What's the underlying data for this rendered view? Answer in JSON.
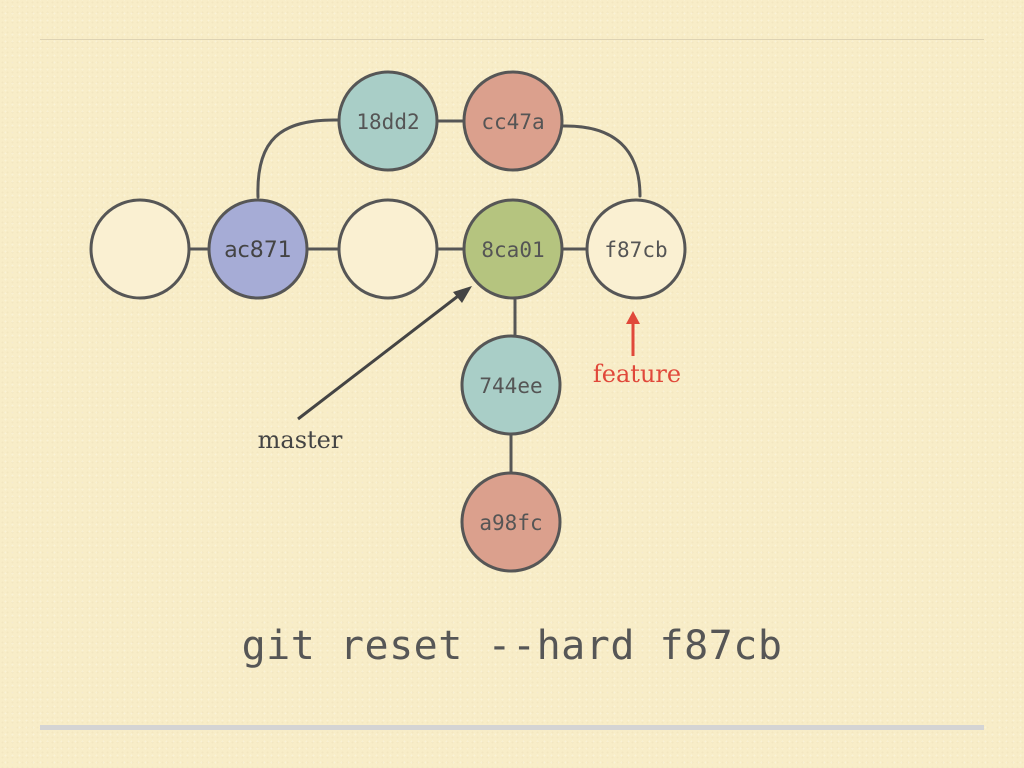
{
  "diagram": {
    "commits": [
      {
        "id": "c-empty-left",
        "label": "",
        "color": "#faf0d2"
      },
      {
        "id": "c-ac871",
        "label": "ac871",
        "color": "#a6acd6"
      },
      {
        "id": "c-empty-mid",
        "label": "",
        "color": "#faf0d2"
      },
      {
        "id": "c-8ca01",
        "label": "8ca01",
        "color": "#b5c47f"
      },
      {
        "id": "c-f87cb",
        "label": "f87cb",
        "color": "#faf0d2"
      },
      {
        "id": "c-18dd2",
        "label": "18dd2",
        "color": "#a9cec7"
      },
      {
        "id": "c-cc47a",
        "label": "cc47a",
        "color": "#dba08d"
      },
      {
        "id": "c-744ee",
        "label": "744ee",
        "color": "#a9cec7"
      },
      {
        "id": "c-a98fc",
        "label": "a98fc",
        "color": "#dba08d"
      }
    ],
    "refs": {
      "master": {
        "label": "master",
        "color": "#444444"
      },
      "feature": {
        "label": "feature",
        "color": "#e0483a"
      }
    },
    "stroke_color": "#565656"
  },
  "command": "git reset --hard f87cb"
}
